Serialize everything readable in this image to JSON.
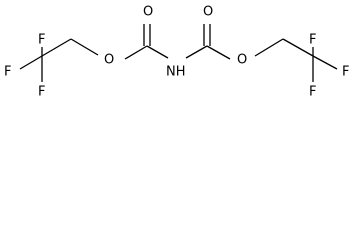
{
  "atom_labels": {
    "f_left_top": "F",
    "f_left_mid": "F",
    "f_left_bottom": "F",
    "o_ester_left": "O",
    "o_carbonyl_left": "O",
    "n_imide": "NH",
    "o_carbonyl_right": "O",
    "o_ester_right": "O",
    "f_right_top": "F",
    "f_right_mid": "F",
    "f_right_bottom": "F"
  }
}
